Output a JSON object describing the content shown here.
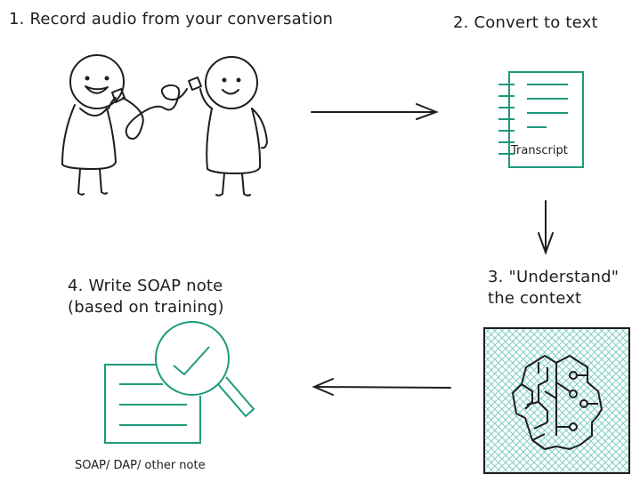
{
  "steps": [
    {
      "label": "1. Record audio from your conversation"
    },
    {
      "label": "2. Convert to text",
      "icon_caption": "Transcript"
    },
    {
      "label_line1": "3. \"Understand\"",
      "label_line2": "the context"
    },
    {
      "label_line1": "4. Write SOAP note",
      "label_line2": "(based on training)",
      "icon_caption": "SOAP/ DAP/ other note"
    }
  ],
  "colors": {
    "accent": "#1f9a7b",
    "ink": "#1e1e1e",
    "hatch": "#7fcfc4"
  }
}
